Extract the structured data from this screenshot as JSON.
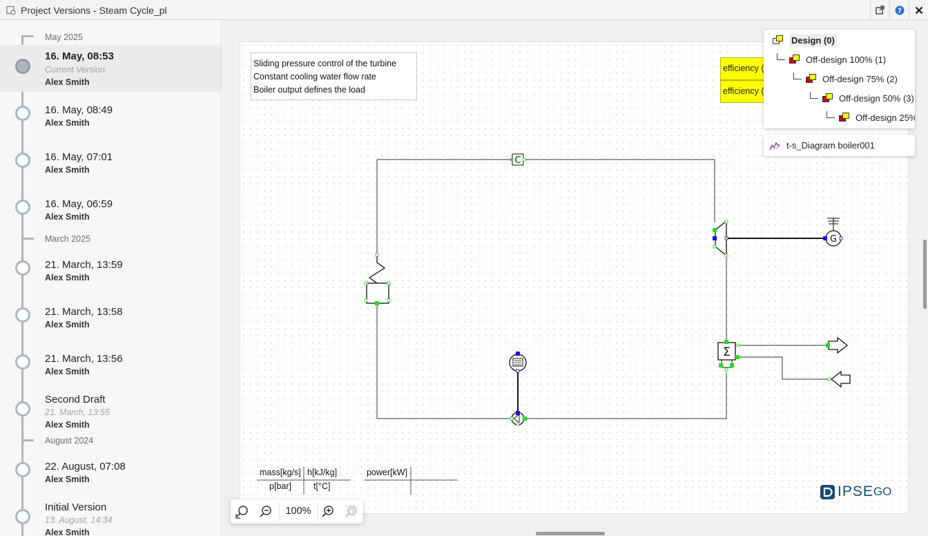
{
  "window": {
    "title": "Project Versions - Steam Cycle_pl"
  },
  "versions": {
    "months": [
      "May 2025",
      "March 2025",
      "August 2024"
    ],
    "items": [
      {
        "title": "16. May, 08:53",
        "sub": "Current Version",
        "author": "Alex Smith"
      },
      {
        "title": "16. May, 08:49",
        "sub": "",
        "author": "Alex Smith"
      },
      {
        "title": "16. May, 07:01",
        "sub": "",
        "author": "Alex Smith"
      },
      {
        "title": "16. May, 06:59",
        "sub": "",
        "author": "Alex Smith"
      },
      {
        "title": "21. March, 13:59",
        "sub": "",
        "author": "Alex Smith"
      },
      {
        "title": "21. March, 13:58",
        "sub": "",
        "author": "Alex Smith"
      },
      {
        "title": "21. March, 13:56",
        "sub": "",
        "author": "Alex Smith"
      },
      {
        "title": "Second Draft",
        "sub": "21. March, 13:55",
        "author": "Alex Smith"
      },
      {
        "title": "22. August, 07:08",
        "sub": "",
        "author": "Alex Smith"
      },
      {
        "title": "Initial Version",
        "sub": "13. August, 14:34",
        "author": "Alex Smith"
      }
    ]
  },
  "canvas": {
    "note_lines": [
      "Sliding pressure control of the turbine",
      "Constant cooling water flow rate",
      "Boiler output defines the load"
    ],
    "efficiency_labels": [
      "efficiency (",
      "efficiency ("
    ],
    "legend": {
      "mass": "mass[kg/s]",
      "enthalpy": "h[kJ/kg]",
      "pressure": "p[bar]",
      "temperature": "t[°C]",
      "power": "power[kW]"
    },
    "logo_text": "IPSE",
    "logo_suffix": "GO"
  },
  "cases": {
    "root": "Design (0)",
    "children": [
      "Off-design 100% (1)",
      "Off-design 75% (2)",
      "Off-design 50% (3)",
      "Off-design 25%"
    ]
  },
  "diagram_panel": {
    "label": "t-s_Diagram boiler001"
  },
  "zoom": {
    "level": "100%"
  },
  "colors": {
    "accent": "#1a4b73",
    "connector_green": "#22dd22",
    "connector_blue": "#1515e0",
    "efficiency_bg": "#ffff00"
  }
}
